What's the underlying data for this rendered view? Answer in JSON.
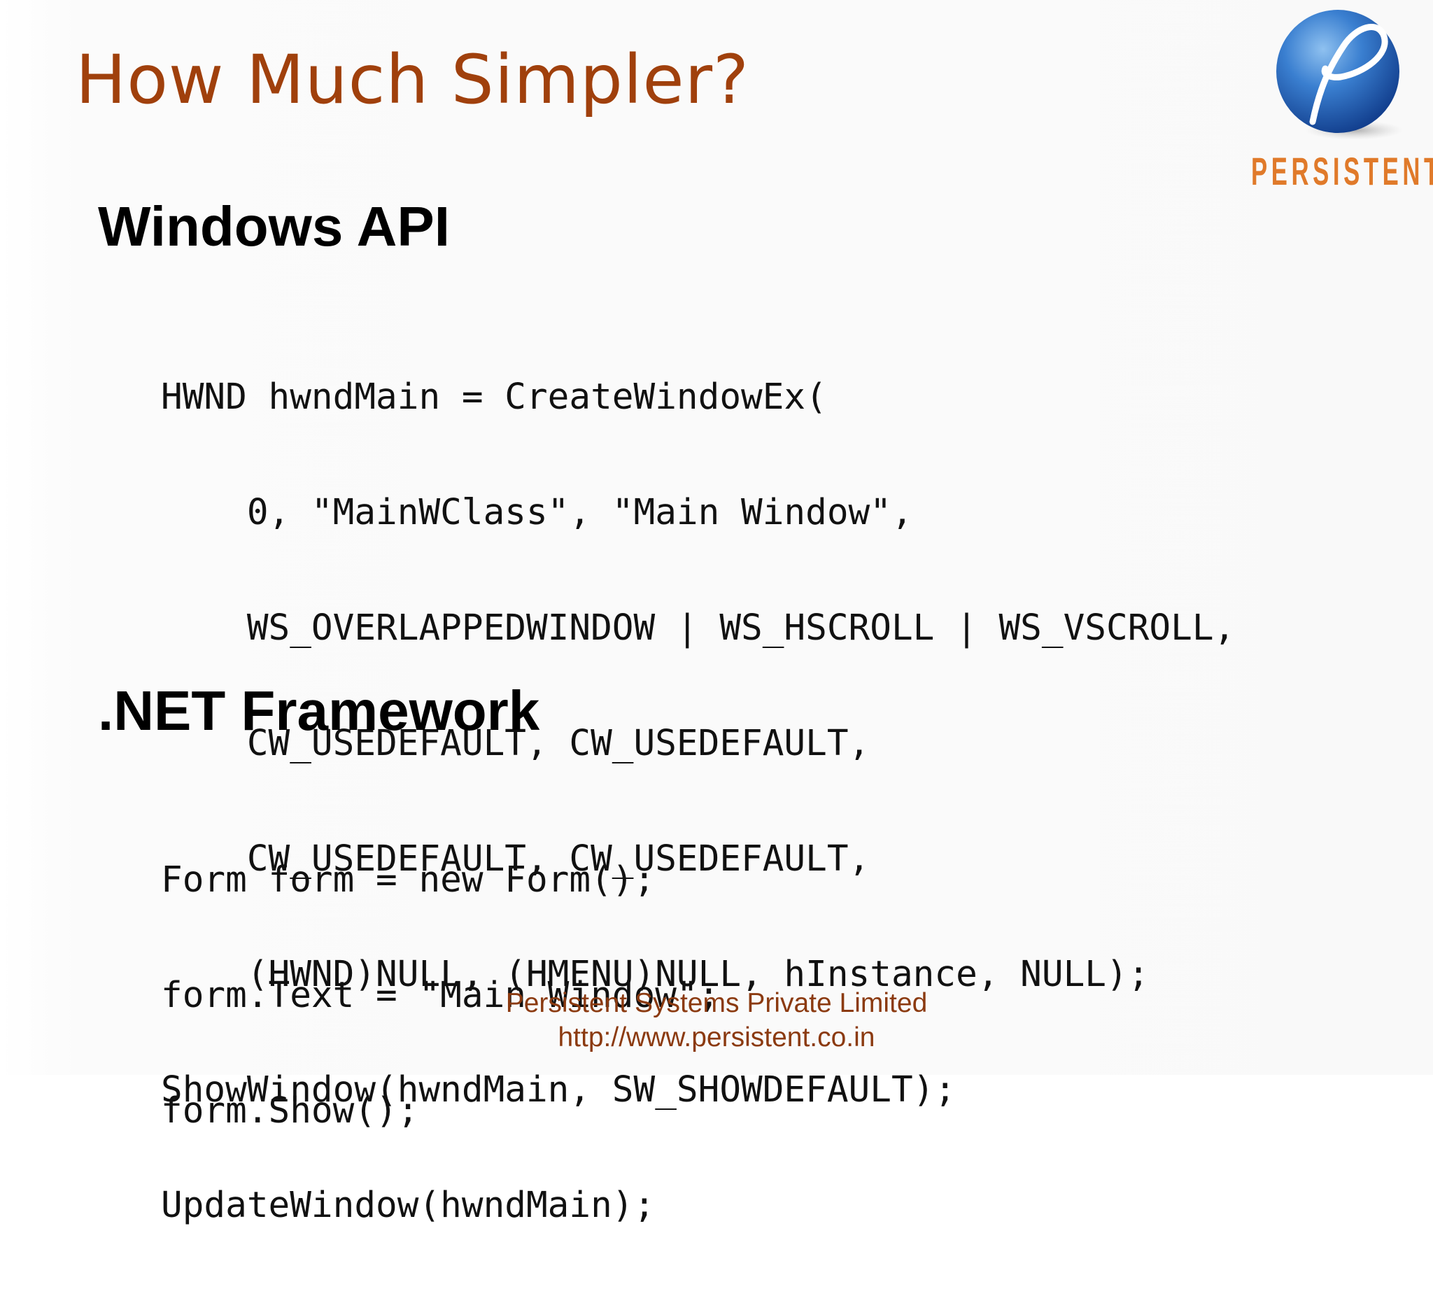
{
  "slide": {
    "title": "How Much Simpler?",
    "logo": {
      "icon": "persistent-globe-logo",
      "text": "PERSISTENT"
    },
    "sections": [
      {
        "heading": "Windows API",
        "code_lines": [
          "HWND hwndMain = CreateWindowEx(",
          "    0, \"MainWClass\", \"Main Window\",",
          "    WS_OVERLAPPEDWINDOW | WS_HSCROLL | WS_VSCROLL,",
          "    CW_USEDEFAULT, CW_USEDEFAULT,",
          "    CW_USEDEFAULT, CW_USEDEFAULT,",
          "    (HWND)NULL, (HMENU)NULL, hInstance, NULL);",
          "ShowWindow(hwndMain, SW_SHOWDEFAULT);",
          "UpdateWindow(hwndMain);"
        ]
      },
      {
        "heading": ".NET Framework",
        "code_lines": [
          "Form form = new Form();",
          "form.Text = \"Main Window\";",
          "form.Show();"
        ]
      }
    ],
    "footer": {
      "company": "Persistent Systems Private Limited",
      "url": "http://www.persistent.co.in"
    }
  },
  "colors": {
    "title": "#a0400c",
    "logo_text": "#e07a2a",
    "globe": "#2f6fc4",
    "footer": "#8b3a10"
  }
}
